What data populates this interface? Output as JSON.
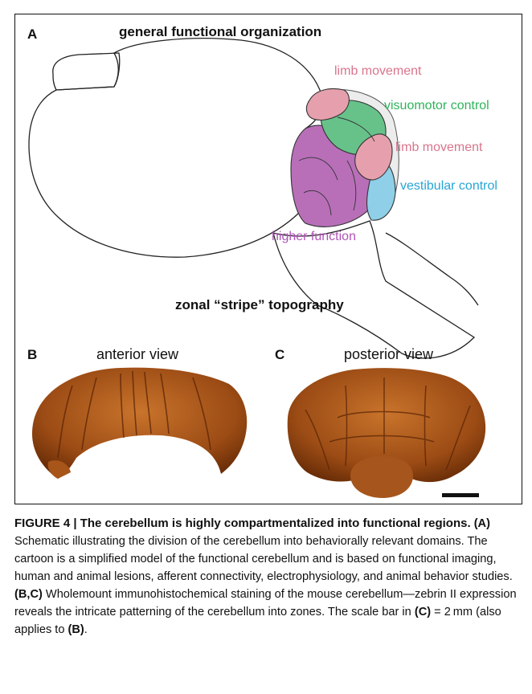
{
  "panel_a": {
    "letter": "A",
    "heading": "general functional organization",
    "subheading": "zonal “stripe” topography",
    "regions": [
      {
        "label": "limb movement",
        "color": "#d9758c"
      },
      {
        "label": "visuomotor control",
        "color": "#2fb35b"
      },
      {
        "label": "limb movement",
        "color": "#d9758c"
      },
      {
        "label": "vestibular control",
        "color": "#27a6d6"
      },
      {
        "label": "higher function",
        "color": "#b153b8"
      }
    ]
  },
  "panel_b": {
    "letter": "B",
    "label": "anterior view"
  },
  "panel_c": {
    "letter": "C",
    "label": "posterior view"
  },
  "caption": {
    "title": "FIGURE 4 | The cerebellum is highly compartmentalized into functional regions.",
    "ref_a": "(A)",
    "text_a": " Schematic illustrating the division of the cerebellum into behaviorally relevant domains. The cartoon is a simplified model of the functional cerebellum and is based on functional imaging, human and animal lesions, afferent connectivity, electrophysiology, and animal behavior studies. ",
    "ref_bc": "(B,C)",
    "text_bc": " Wholemount immunohistochemical staining of the mouse cerebellum—zebrin II expression reveals the intricate patterning of the cerebellum into zones. The scale bar in ",
    "ref_c": "(C)",
    "text_scale": " = 2 mm (also applies to ",
    "ref_b": "(B)",
    "text_end": "."
  }
}
